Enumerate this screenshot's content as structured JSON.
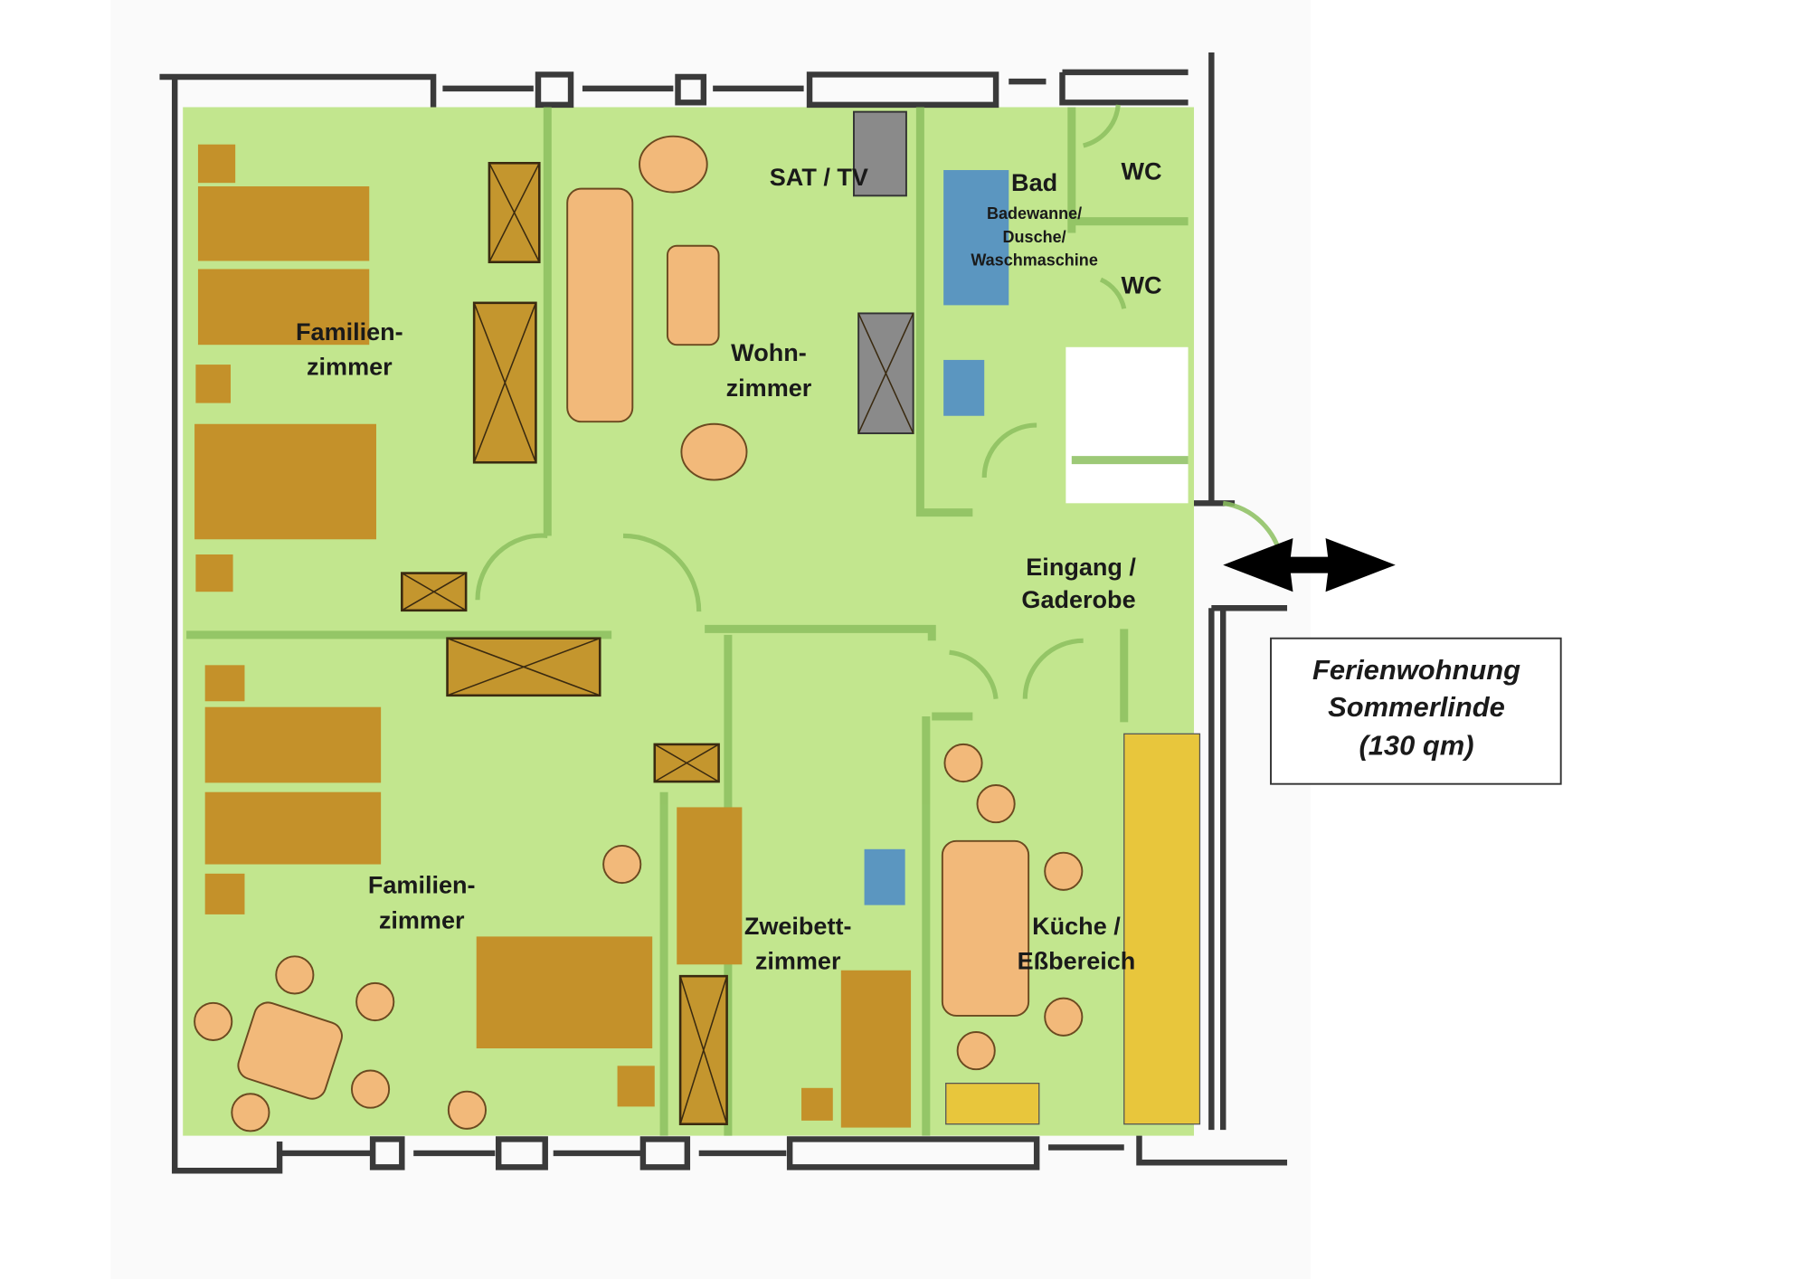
{
  "rooms": {
    "family_room_top": [
      "Familien-",
      "zimmer"
    ],
    "living_room": [
      "Wohn-",
      "zimmer"
    ],
    "sat_tv": "SAT / TV",
    "bath": "Bad",
    "bath_details": [
      "Badewanne/",
      "Dusche/",
      "Waschmaschine"
    ],
    "wc_top": "WC",
    "wc_bottom": "WC",
    "entrance": [
      "Eingang /",
      "Gaderobe"
    ],
    "family_room_bottom": [
      "Familien-",
      "zimmer"
    ],
    "twin_room": [
      "Zweibett-",
      "zimmer"
    ],
    "kitchen": [
      "Küche /",
      "Eßbereich"
    ]
  },
  "info_box": {
    "lines": [
      "Ferienwohnung",
      "Sommerlinde",
      "(130 qm)"
    ]
  },
  "colors": {
    "floor": "#c2e68e",
    "furniture": "#c4912a",
    "table": "#f2b97a",
    "kitchen_counter": "#e8c63c",
    "bath_fixture": "#5b96c0",
    "tv": "#8a8a8a"
  }
}
